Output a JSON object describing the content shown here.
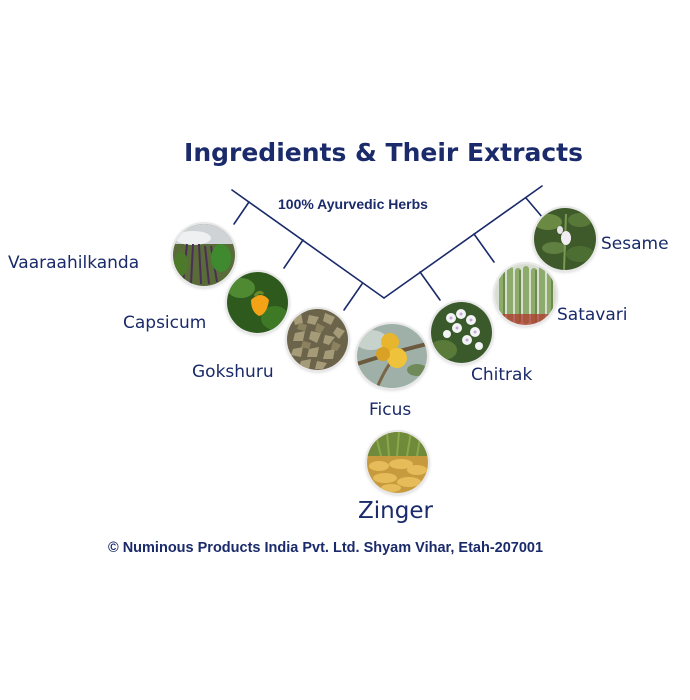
{
  "title": "Ingredients & Their Extracts",
  "subtitle": "100% Ayurvedic Herbs",
  "footer": "© Numinous Products India Pvt. Ltd. Shyam Vihar, Etah-207001",
  "colors": {
    "text": "#1a2a6a",
    "lines": "#1a2a6a"
  },
  "ingredients": [
    {
      "name": "Vaaraahilkanda",
      "icon": "dioscorea-plant-photo"
    },
    {
      "name": "Capsicum",
      "icon": "capsicum-pepper-photo"
    },
    {
      "name": "Gokshuru",
      "icon": "gokshuru-seeds-photo"
    },
    {
      "name": "Ficus",
      "icon": "ficus-fruit-photo"
    },
    {
      "name": "Chitrak",
      "icon": "chitrak-flower-photo"
    },
    {
      "name": "Satavari",
      "icon": "satavari-roots-photo"
    },
    {
      "name": "Sesame",
      "icon": "sesame-plant-photo"
    },
    {
      "name": "Zinger",
      "icon": "ginger-root-photo"
    }
  ]
}
